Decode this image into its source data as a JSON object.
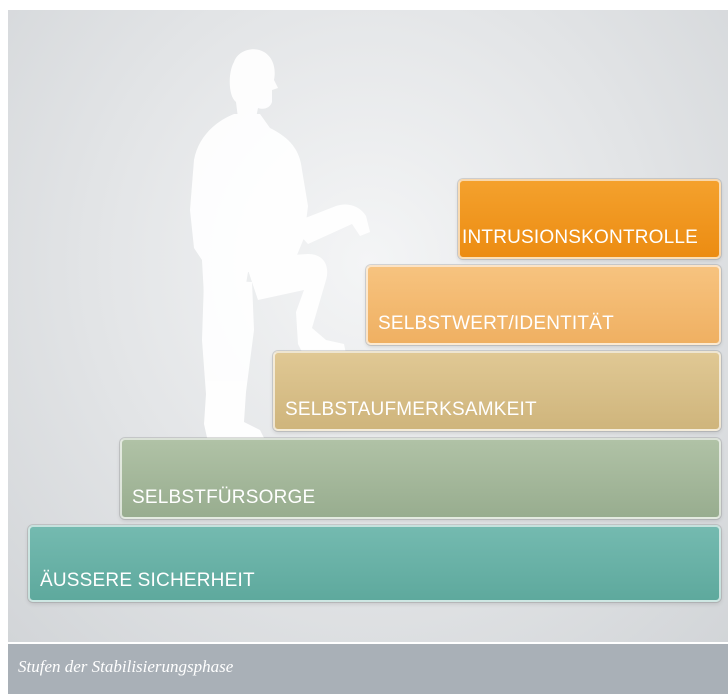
{
  "diagram": {
    "steps": [
      {
        "label": "ÄUSSERE SICHERHEIT",
        "color": "#6bb3a8"
      },
      {
        "label": "SELBSTFÜRSORGE",
        "color": "#a4b89c"
      },
      {
        "label": "SELBSTAUFMERKSAMKEIT",
        "color": "#d9c08c"
      },
      {
        "label": "SELBSTWERT/IDENTITÄT",
        "color": "#f2b86e"
      },
      {
        "label": "INTRUSIONSKONTROLLE",
        "color": "#f0961c"
      }
    ],
    "figure_icon": "climbing-person-silhouette-icon"
  },
  "caption": "Stufen der Stabilisierungsphase"
}
